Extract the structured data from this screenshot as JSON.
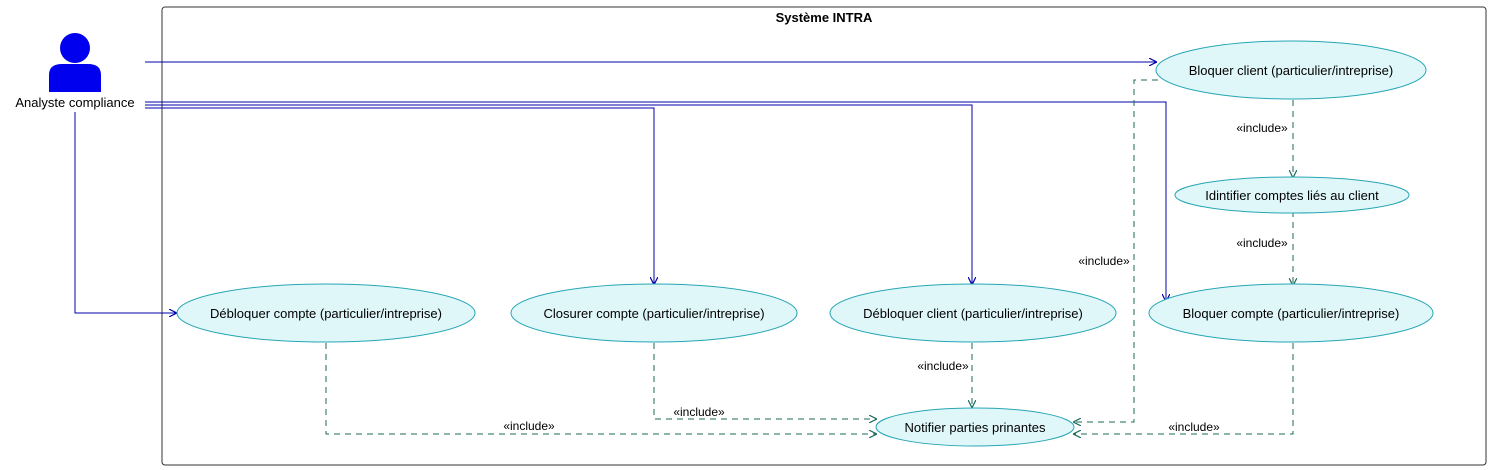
{
  "system": {
    "title": "Système INTRA"
  },
  "actor": {
    "name": "Analyste compliance",
    "icon": "person-icon",
    "color": "#0000ee"
  },
  "use_cases": {
    "bloquer_client": "Bloquer client (particulier/intreprise)",
    "identifier_comptes": "Idintifier comptes liés au client",
    "bloquer_compte": "Bloquer compte (particulier/intreprise)",
    "debloquer_compte": "Débloquer compte (particulier/intreprise)",
    "closurer_compte": "Closurer compte (particulier/intreprise)",
    "debloquer_client": "Débloquer client (particulier/intreprise)",
    "notifier": "Notifier parties prinantes"
  },
  "relations": {
    "include_label": "«include»"
  },
  "colors": {
    "use_case_fill": "#e0f7fa",
    "use_case_stroke": "#26a6b4",
    "association_line": "#0000aa",
    "include_line": "#1b6b5a",
    "system_border": "#333333"
  }
}
